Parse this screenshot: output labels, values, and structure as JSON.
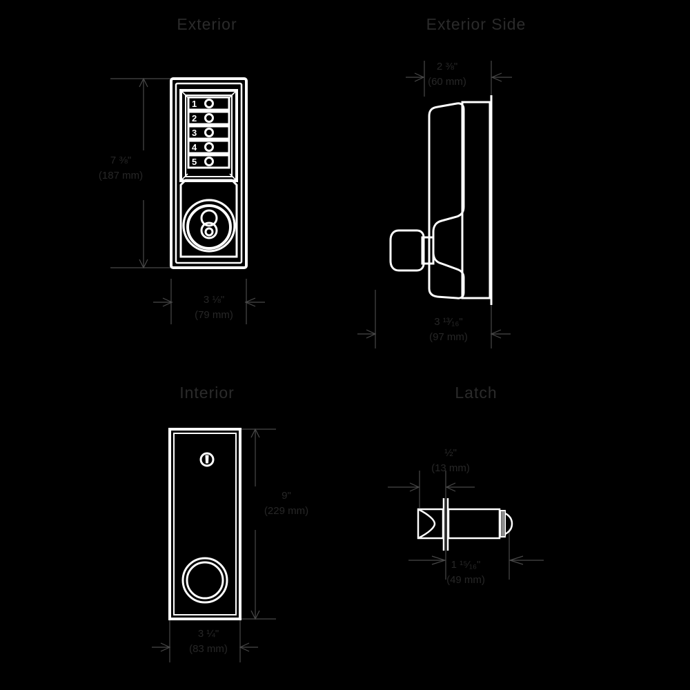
{
  "drawing": {
    "background_color": "#000000",
    "line_color": "#ffffff",
    "text_color": "#2b2b2b",
    "dimension_line_color": "#4a4a4a"
  },
  "views": {
    "exterior": {
      "title": "Exterior",
      "height_dim": {
        "imperial": "7 ⅜\"",
        "metric": "(187 mm)"
      },
      "width_dim": {
        "imperial": "3 ⅛\"",
        "metric": "(79 mm)"
      },
      "keypad_buttons": [
        "1",
        "2",
        "3",
        "4",
        "5"
      ]
    },
    "exterior_side": {
      "title": "Exterior Side",
      "top_dim": {
        "imperial": "2 ⅜\"",
        "metric": "(60 mm)"
      },
      "bottom_dim": {
        "imperial": "3 ¹³⁄₁₆\"",
        "metric": "(97 mm)"
      }
    },
    "interior": {
      "title": "Interior",
      "height_dim": {
        "imperial": "9\"",
        "metric": "(229 mm)"
      },
      "width_dim": {
        "imperial": "3 ¼\"",
        "metric": "(83 mm)"
      }
    },
    "latch": {
      "title": "Latch",
      "top_dim": {
        "imperial": "½\"",
        "metric": "(13 mm)"
      },
      "bottom_dim": {
        "imperial": "1 ¹⁵⁄₁₆\"",
        "metric": "(49 mm)"
      }
    }
  }
}
